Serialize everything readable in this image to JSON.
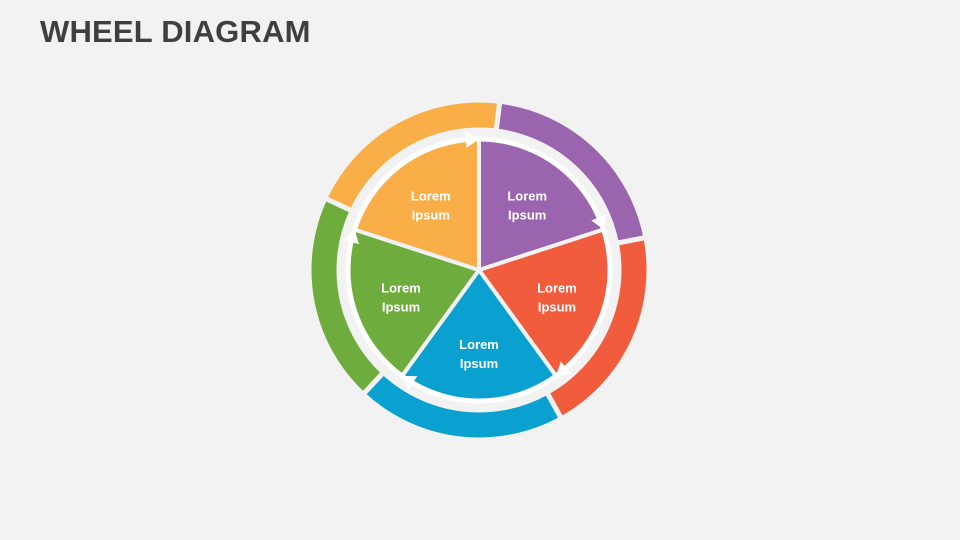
{
  "slide": {
    "title": "WHEEL DIAGRAM"
  },
  "wheel": {
    "segments": [
      {
        "id": "purple",
        "color": "#9a65ae",
        "label_line1": "Lorem",
        "label_line2": "Ipsum"
      },
      {
        "id": "red",
        "color": "#f05c3c",
        "label_line1": "Lorem",
        "label_line2": "Ipsum"
      },
      {
        "id": "blue",
        "color": "#0aa0d0",
        "label_line1": "Lorem",
        "label_line2": "Ipsum"
      },
      {
        "id": "green",
        "color": "#6fac3e",
        "label_line1": "Lorem",
        "label_line2": "Ipsum"
      },
      {
        "id": "orange",
        "color": "#f9ae47",
        "label_line1": "Lorem",
        "label_line2": "Ipsum"
      }
    ],
    "separator_color": "#f2f2f2",
    "cycle_ring_color": "#ffffff",
    "cycle_direction": "clockwise"
  }
}
